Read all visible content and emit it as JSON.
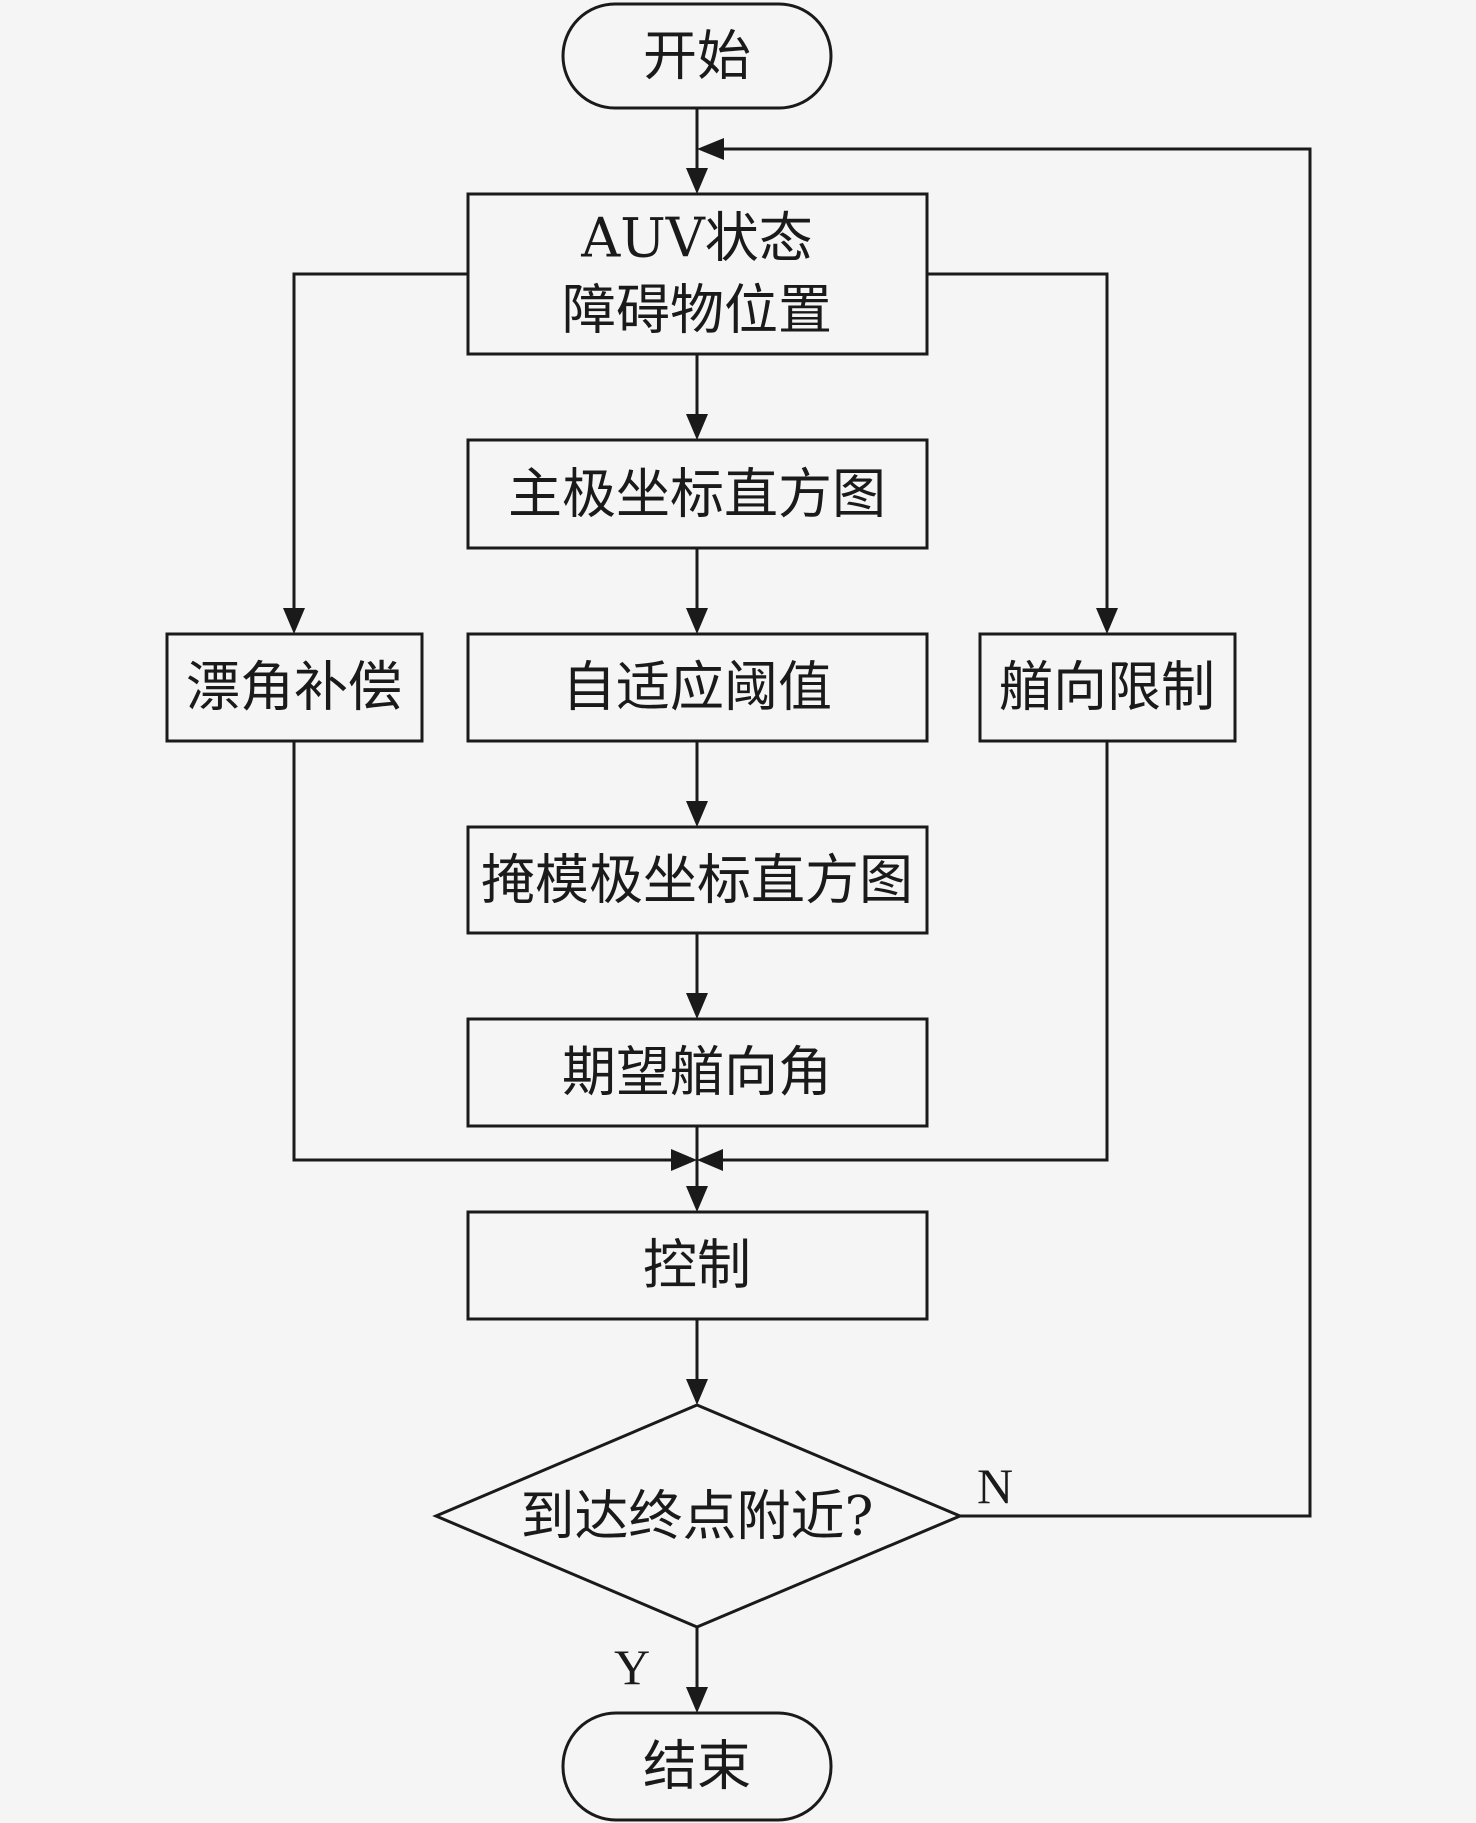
{
  "nodes": {
    "start": "开始",
    "auv_state": "AUV状态",
    "obstacle_position": "障碍物位置",
    "primary_histogram": "主极坐标直方图",
    "adaptive_threshold": "自适应阈值",
    "drift_compensation": "漂角补偿",
    "heading_limit": "艏向限制",
    "masked_histogram": "掩模极坐标直方图",
    "desired_heading": "期望艏向角",
    "control": "控制",
    "near_goal_question": "到达终点附近?",
    "end": "结束"
  },
  "edge_labels": {
    "no": "N",
    "yes": "Y"
  }
}
